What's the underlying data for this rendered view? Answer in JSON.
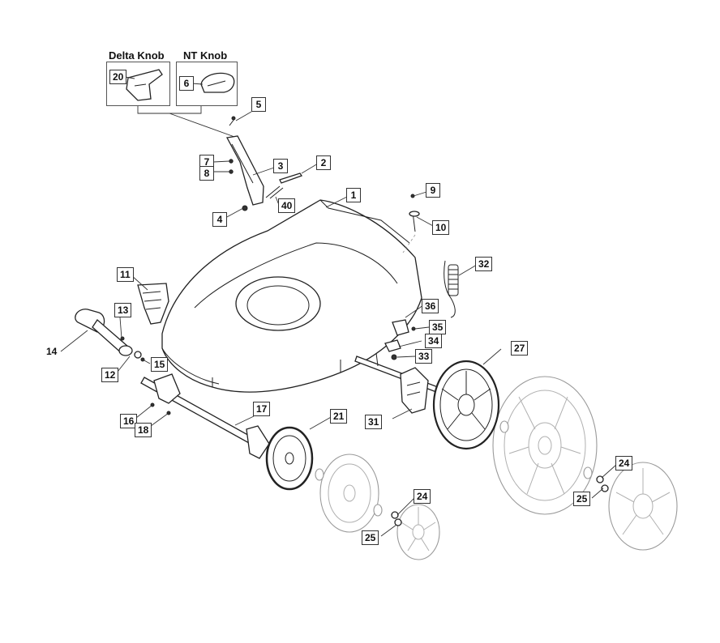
{
  "insets": [
    {
      "title": "Delta Knob",
      "part": "20"
    },
    {
      "title": "NT Knob",
      "part": "6"
    }
  ],
  "callouts": {
    "c1": "1",
    "c2": "2",
    "c3": "3",
    "c4": "4",
    "c5": "5",
    "c7": "7",
    "c8": "8",
    "c9": "9",
    "c10": "10",
    "c11": "11",
    "c12": "12",
    "c13": "13",
    "c14": "14",
    "c15": "15",
    "c16": "16",
    "c17": "17",
    "c18": "18",
    "c21": "21",
    "c24a": "24",
    "c24b": "24",
    "c25a": "25",
    "c25b": "25",
    "c27": "27",
    "c31": "31",
    "c32": "32",
    "c33": "33",
    "c34": "34",
    "c35": "35",
    "c36": "36",
    "c40": "40"
  }
}
